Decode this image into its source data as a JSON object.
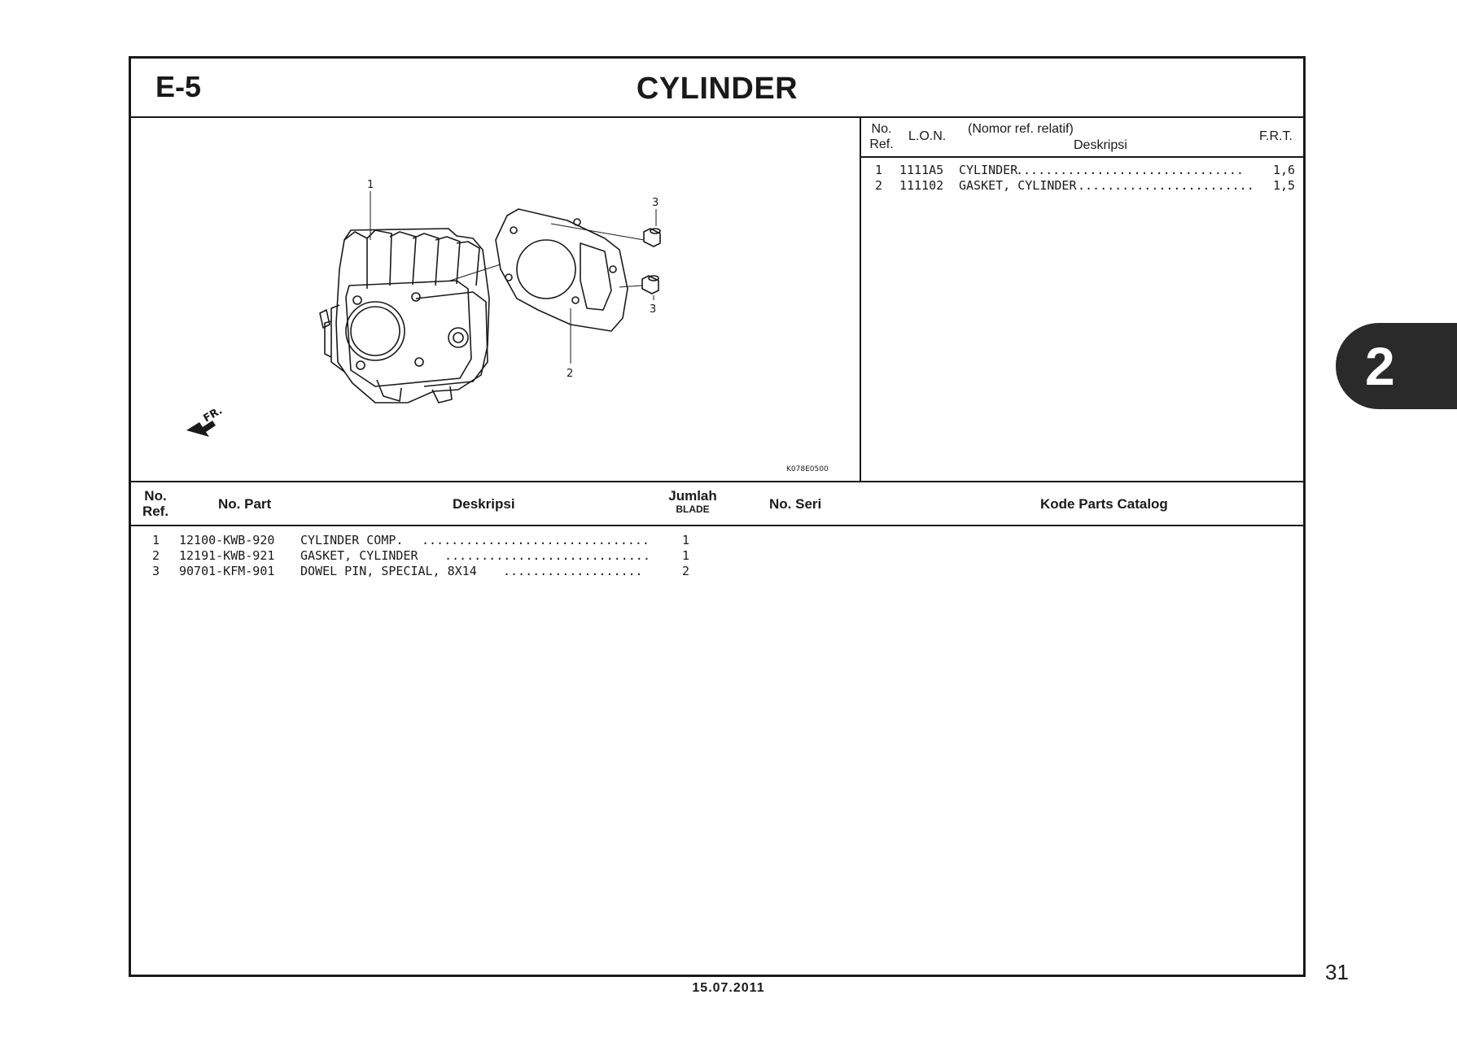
{
  "header": {
    "section_code": "E-5",
    "title": "CYLINDER"
  },
  "ref_table": {
    "col_no_ref": [
      "No.",
      "Ref."
    ],
    "col_lon": "L.O.N.",
    "col_nomor": "(Nomor ref. relatif)",
    "col_deskripsi": "Deskripsi",
    "col_frt": "F.R.T.",
    "rows": [
      {
        "no": "1",
        "lon": "1111A5",
        "desc": "CYLINDER",
        "dots": "...............................",
        "frt": "1,6"
      },
      {
        "no": "2",
        "lon": "111102",
        "desc": "GASKET, CYLINDER",
        "dots": "........................",
        "frt": "1,5"
      }
    ]
  },
  "diagram": {
    "callouts": [
      "1",
      "2",
      "3",
      "3"
    ],
    "direction_label": "FR.",
    "code": "K078E0500"
  },
  "parts_table": {
    "col_no_ref": [
      "No.",
      "Ref."
    ],
    "col_no_part": "No. Part",
    "col_deskripsi": "Deskripsi",
    "col_jumlah": "Jumlah",
    "col_blade": "BLADE",
    "col_no_seri": "No. Seri",
    "col_kode": "Kode Parts Catalog",
    "rows": [
      {
        "no": "1",
        "part": "12100-KWB-920",
        "desc": "CYLINDER COMP.",
        "dots": "...............................",
        "qty": "1"
      },
      {
        "no": "2",
        "part": "12191-KWB-921",
        "desc": "GASKET, CYLINDER",
        "dots": "............................",
        "qty": "1"
      },
      {
        "no": "3",
        "part": "90701-KFM-901",
        "desc": "DOWEL PIN, SPECIAL, 8X14",
        "dots": "...................",
        "qty": "2"
      }
    ]
  },
  "tab": {
    "label": "2"
  },
  "footer": {
    "page_number": "31",
    "date": "15.07.2011"
  }
}
